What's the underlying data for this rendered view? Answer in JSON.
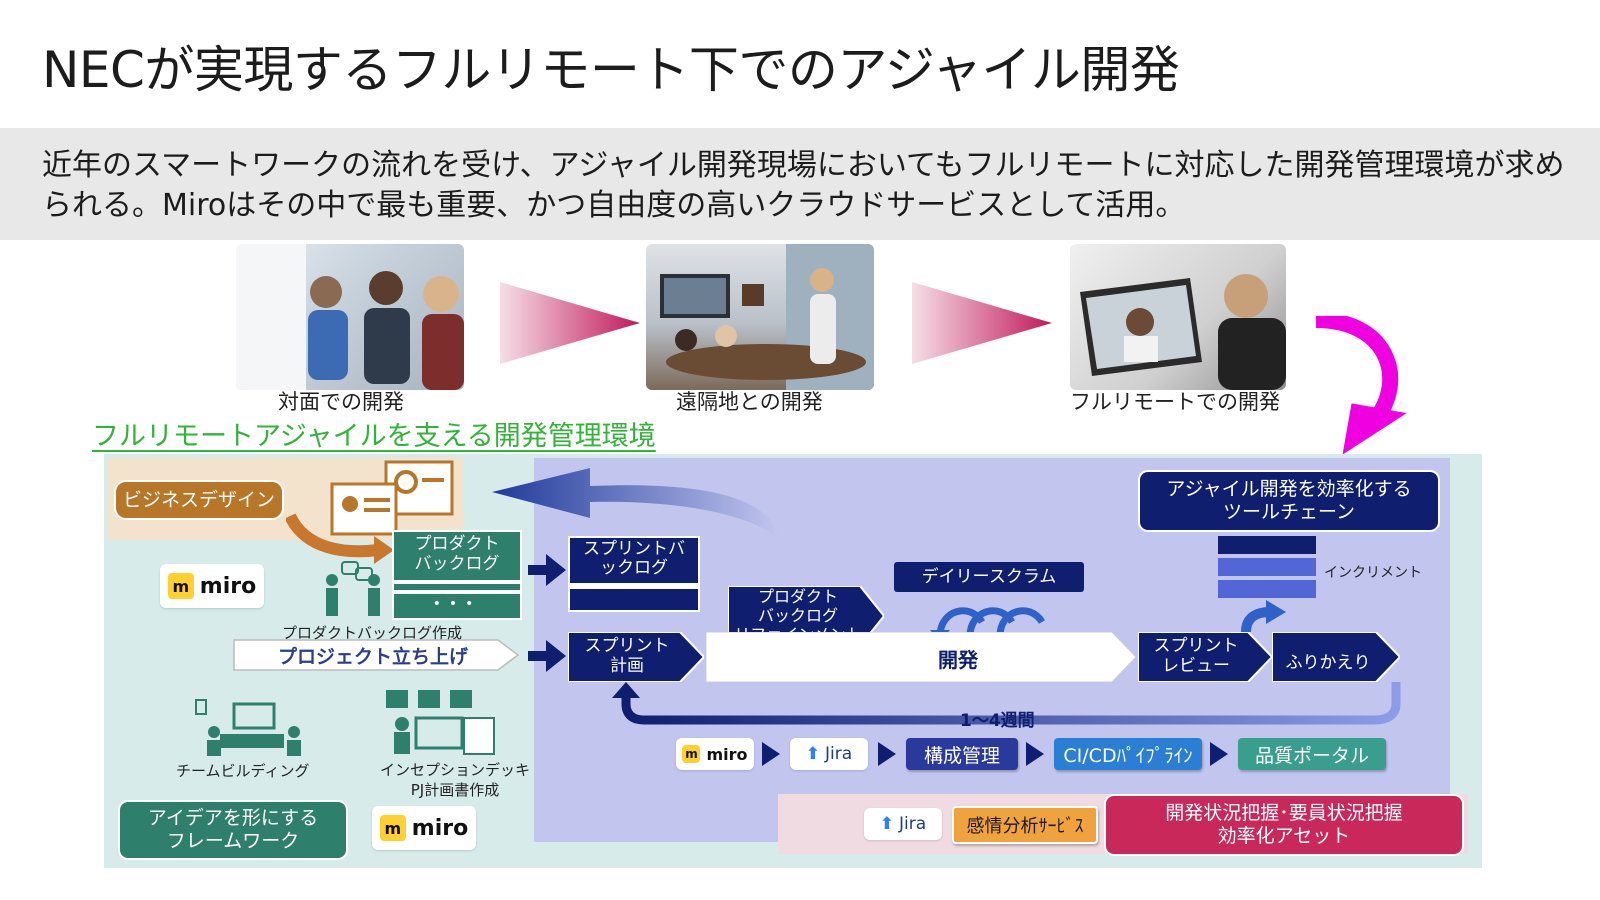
{
  "title": "NECが実現するフルリモート下でのアジャイル開発",
  "lead": "近年のスマートワークの流れを受け、アジャイル開発現場においてもフルリモートに対応した開発管理環境が求められる。Miroはその中で最も重要、かつ自由度の高いクラウドサービスとして活用。",
  "stages": [
    {
      "caption": "対面での開発"
    },
    {
      "caption": "遠隔地との開発"
    },
    {
      "caption": "フルリモートでの開発"
    }
  ],
  "section_title": "フルリモートアジャイルを支える開発管理環境",
  "left": {
    "business_design": "ビジネスデザイン",
    "product_backlog": "プロダクト\nバックログ",
    "backlog_creation": "プロダクトバックログ作成",
    "project_launch": "プロジェクト立ち上げ",
    "team_building": "チームビルディング",
    "inception": "インセプションデッキ\nPJ計画書作成",
    "framework": "アイデアを形にする\nフレームワーク",
    "miro": "miro"
  },
  "right": {
    "toolchain": "アジャイル開発を効率化する\nツールチェーン",
    "sprint_backlog": "スプリントバ\nックログ",
    "refinement": "プロダクト\nバックログ\nリファインメント",
    "daily_scrum": "デイリースクラム",
    "increment": "インクリメント",
    "sprint_planning": "スプリント\n計画",
    "development": "開発",
    "sprint_review": "スプリント\nレビュー",
    "retrospective": "ふりかえり",
    "cycle": "1～4週間"
  },
  "tools": {
    "miro": "miro",
    "jira": "Jira",
    "config": "構成管理",
    "cicd": "CI/CDﾊﾟｲﾌﾟﾗｲﾝ",
    "quality": "品質ポータル"
  },
  "assets": {
    "jira": "Jira",
    "sentiment": "感情分析ｻｰﾋﾞｽ",
    "status": "開発状況把握･要員状況把握\n効率化アセット"
  },
  "colors": {
    "navy": "#0f1e6e",
    "green_title": "#33b33a",
    "magenta": "#f000e0",
    "business_brown": "#b87628",
    "teal": "#2f7f6d",
    "cicd_blue": "#2a7fd4",
    "quality_teal": "#3a9e8f",
    "asset_red": "#c8285a",
    "sentiment_orange": "#f0a33c"
  }
}
